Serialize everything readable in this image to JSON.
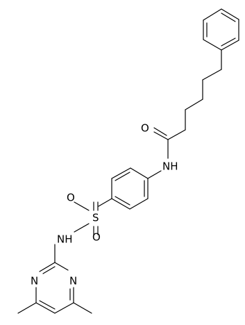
{
  "molecule": {
    "atoms": {
      "carbonyl_oxygen": "O",
      "amide_nitrogen": "NH",
      "sulfur": "S",
      "sulfonyl_oxygen_top": "O",
      "sulfonyl_oxygen_bottom": "O",
      "sulfonamide_nitrogen": "NH",
      "pyrimidine_nitrogen_left": "N",
      "pyrimidine_nitrogen_right": "N"
    }
  }
}
